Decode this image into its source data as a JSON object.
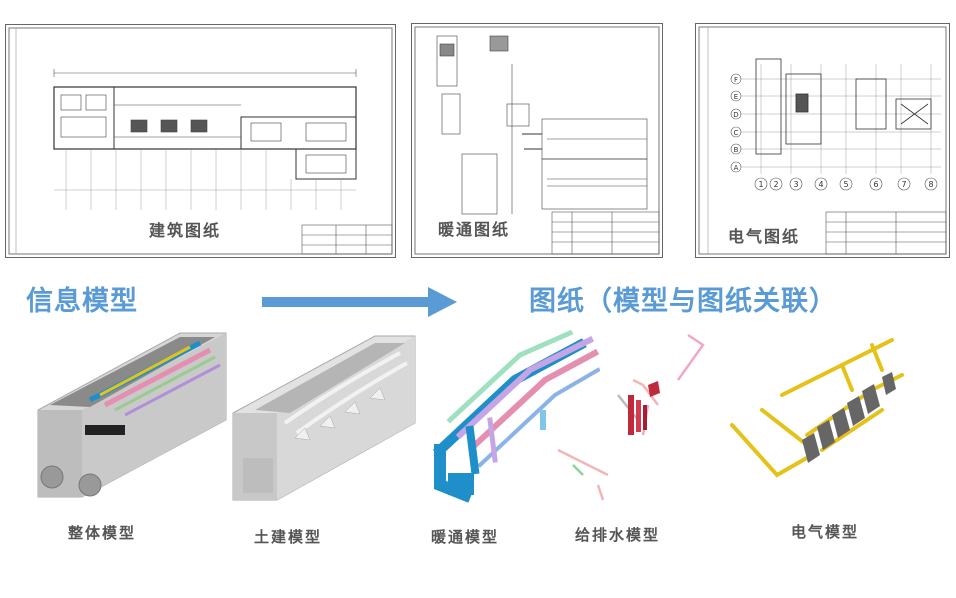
{
  "drawings": [
    {
      "label": "建筑图纸"
    },
    {
      "label": "暖通图纸"
    },
    {
      "label": "电气图纸"
    }
  ],
  "headings": {
    "left": "信息模型",
    "right": "图纸（模型与图纸关联）"
  },
  "axis_numbers": [
    "1",
    "2",
    "3",
    "4",
    "5",
    "6",
    "7",
    "8"
  ],
  "axis_letters": [
    "F",
    "E",
    "D",
    "C",
    "B",
    "A"
  ],
  "models": [
    {
      "label": "整体模型"
    },
    {
      "label": "土建模型"
    },
    {
      "label": "暖通模型"
    },
    {
      "label": "给排水模型"
    },
    {
      "label": "电气模型"
    }
  ],
  "colors": {
    "heading": "#5b9bd5",
    "arrow": "#5b9bd5",
    "hvac_blue": "#1e8fc8",
    "pipe_pink": "#e58fb0",
    "electric_yellow": "#e4c21a",
    "concrete": "#cfcfcf"
  }
}
